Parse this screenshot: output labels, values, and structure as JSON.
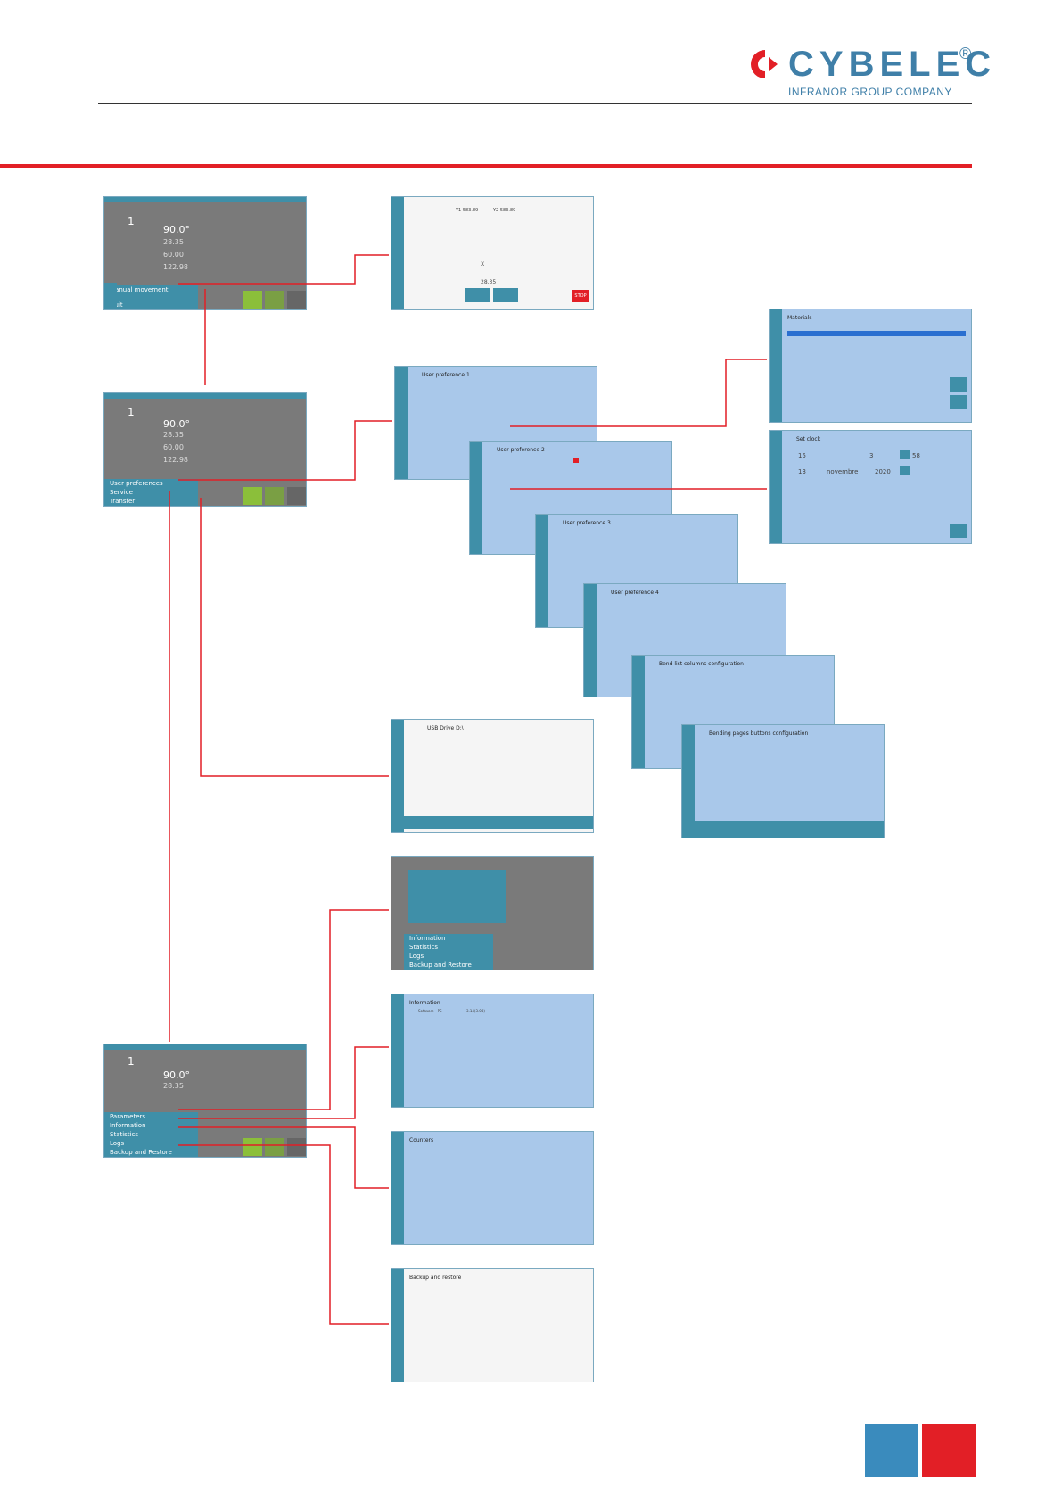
{
  "header": {
    "brand": "CYBELEC",
    "registered": "®",
    "subtitle": "INFRANOR GROUP COMPANY"
  },
  "main_screen": {
    "count": "1",
    "angle": "90.0°",
    "v1": "28.35",
    "v2": "60.00",
    "v3": "122.98",
    "menu1": [
      "Manual movement",
      "Quit"
    ],
    "menu2": [
      "User preferences",
      "Service",
      "Transfer"
    ],
    "menu3": [
      "Parameters",
      "Information",
      "Statistics",
      "Logs",
      "Backup and Restore"
    ]
  },
  "manual": {
    "y1": "Y1  583.89",
    "y2": "Y2  583.89",
    "x": "X",
    "value": "28.35",
    "stop": "STOP"
  },
  "prefs": {
    "p1": "User preference 1",
    "p2": "User preference 2",
    "p3": "User preference 3",
    "p4": "User preference 4",
    "p5": "Bend list columns configuration",
    "p6": "Bending pages buttons configuration"
  },
  "materials": {
    "title": "Materials"
  },
  "clock": {
    "title": "Set clock",
    "hour": "15",
    "minute": "3",
    "second": "58",
    "day": "13",
    "month": "novembre",
    "year": "2020"
  },
  "usb": {
    "title": "USB Drive D:\\"
  },
  "service": {
    "items": [
      "Information",
      "Statistics",
      "Logs",
      "Backup and Restore"
    ]
  },
  "information": {
    "title": "Information",
    "software": "Software - PS",
    "version": "3.14(3.08)"
  },
  "counters": {
    "title": "Counters"
  },
  "backup": {
    "title": "Backup and restore"
  },
  "colors": {
    "accent_red": "#e21f26",
    "accent_blue": "#3a8bbd",
    "panel_blue": "#a9c8ea"
  }
}
